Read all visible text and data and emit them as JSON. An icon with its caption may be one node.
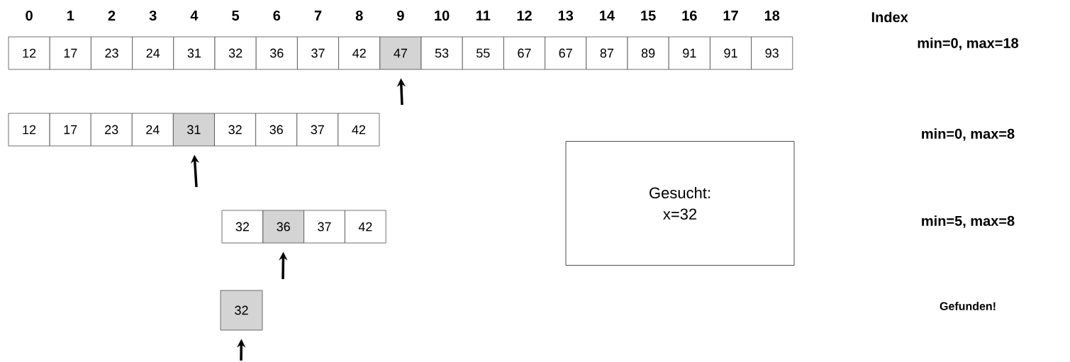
{
  "diagram": {
    "nodes": [
      {
        "text": [
          "12"
        ]
      },
      {
        "text": [
          "17"
        ]
      },
      {
        "text": [
          "23"
        ]
      },
      {
        "text": [
          "24"
        ]
      },
      {
        "text": [
          "31"
        ]
      },
      {
        "text": [
          "32"
        ]
      },
      {
        "text": [
          "36"
        ]
      },
      {
        "text": [
          "37"
        ]
      },
      {
        "text": [
          "42"
        ]
      },
      {
        "text": [
          "47"
        ]
      },
      {
        "text": [
          "53"
        ]
      },
      {
        "text": [
          "55"
        ]
      },
      {
        "text": [
          "67"
        ]
      },
      {
        "text": [
          "67"
        ]
      },
      {
        "text": [
          "87"
        ]
      },
      {
        "text": [
          "89"
        ]
      },
      {
        "text": [
          "91"
        ]
      },
      {
        "text": [
          "91"
        ]
      },
      {
        "text": [
          "93"
        ]
      },
      {
        "text": [
          "12"
        ]
      },
      {
        "text": [
          "17"
        ]
      },
      {
        "text": [
          "23"
        ]
      },
      {
        "text": [
          "24"
        ]
      },
      {
        "text": [
          "31"
        ]
      },
      {
        "text": [
          "32"
        ]
      },
      {
        "text": [
          "36"
        ]
      },
      {
        "text": [
          "37"
        ]
      },
      {
        "text": [
          "42"
        ]
      },
      {
        "text": [
          "32"
        ]
      },
      {
        "text": [
          "36"
        ]
      },
      {
        "text": [
          "37"
        ]
      },
      {
        "text": [
          "42"
        ]
      },
      {
        "text": [
          "32"
        ]
      },
      {
        "text": [
          "Gesucht: x=32"
        ]
      }
    ],
    "edges": [
      {
        "from": null,
        "to": 9,
        "arrow": "to"
      },
      {
        "from": null,
        "to": 23,
        "arrow": "to"
      },
      {
        "from": null,
        "to": 29,
        "arrow": "to"
      },
      {
        "from": null,
        "to": 32,
        "arrow": "to"
      }
    ],
    "labels": [
      "0",
      "1",
      "2",
      "3",
      "4",
      "5",
      "6",
      "7",
      "8",
      "9",
      "10",
      "11",
      "12",
      "13",
      "14",
      "15",
      "16",
      "17",
      "18",
      "Index",
      "min=0, max=18",
      "min=0, max=8",
      "min=5, max=8",
      "Gefunden!"
    ]
  }
}
